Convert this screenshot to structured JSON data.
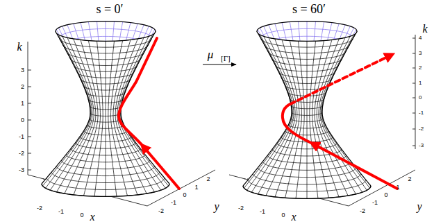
{
  "diagram": {
    "labels": [
      "s = 0′",
      "s = 60′",
      "μ",
      "[Γ]",
      "k",
      "3",
      "2",
      "1",
      "0",
      "-1",
      "-2",
      "-3",
      "-2",
      "-1",
      "0",
      "x",
      "-2",
      "-1",
      "0",
      "1",
      "2",
      "y",
      "k",
      "4",
      "3",
      "2",
      "1",
      "0",
      "-1",
      "-2",
      "-3",
      "-2",
      "-1",
      "0",
      "x",
      "-2",
      "-1",
      "0",
      "1",
      "2",
      "y"
    ]
  }
}
